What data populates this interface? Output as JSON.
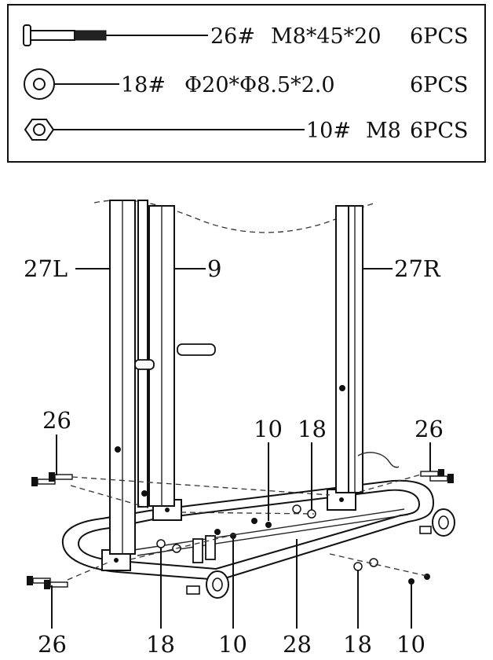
{
  "hardware": [
    {
      "id": "bolt",
      "icon": "bolt-icon",
      "code": "26#",
      "spec": "M8*45*20",
      "qty": "6PCS"
    },
    {
      "id": "washer",
      "icon": "washer-icon",
      "code": "18#",
      "spec": "Φ20*Φ8.5*2.0",
      "qty": "6PCS"
    },
    {
      "id": "nut",
      "icon": "nut-icon",
      "code": "10#",
      "spec": "M8",
      "qty": "6PCS"
    }
  ],
  "callouts": {
    "post_left": "27L",
    "upright": "9",
    "post_right": "27R",
    "bolt_top_left": "26",
    "nut_mid": "10",
    "washer_mid": "18",
    "bolt_top_right": "26",
    "bolt_bottom_left": "26",
    "washer_bottom_left": "18",
    "nut_bottom_left": "10",
    "base": "28",
    "washer_bottom_right": "18",
    "nut_bottom_right": "10"
  }
}
